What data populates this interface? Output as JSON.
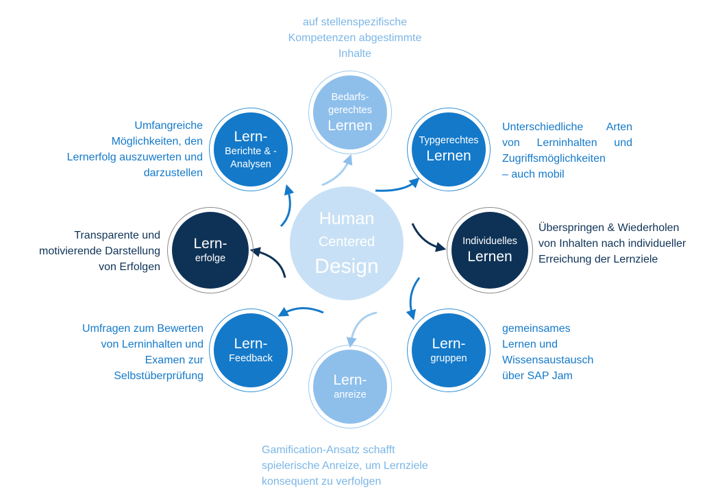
{
  "center": {
    "line1": "Human",
    "line2": "Centered",
    "line3": "Design"
  },
  "nodes": {
    "bedarf": {
      "small1": "Bedarfs-",
      "small2": "gerechtes",
      "big": "Lernen"
    },
    "typ": {
      "small": "Typgerechtes",
      "big": "Lernen"
    },
    "individuell": {
      "small": "Individuelles",
      "big": "Lernen"
    },
    "gruppen": {
      "big": "Lern-",
      "small": "gruppen"
    },
    "anreize": {
      "big": "Lern-",
      "small": "anreize"
    },
    "feedback": {
      "big": "Lern-",
      "small": "Feedback"
    },
    "erfolge": {
      "big": "Lern-",
      "small": "erfolge"
    },
    "berichte": {
      "big": "Lern-",
      "small1": "Berichte & -",
      "small2": "Analysen"
    }
  },
  "descriptions": {
    "bedarf": [
      "auf stellenspezifische",
      "Kompetenzen abgestimmte",
      "Inhalte"
    ],
    "typ": [
      "Unterschiedliche Arten",
      "von Lerninhalten und",
      "Zugriffsmöglichkeiten",
      "– auch mobil"
    ],
    "individuell": [
      "Überspringen & Wiederholen",
      "von Inhalten nach individueller",
      "Erreichung der Lernziele"
    ],
    "gruppen": [
      "gemeinsames",
      "Lernen und",
      "Wissensaustausch",
      "über SAP Jam"
    ],
    "anreize": [
      "Gamification-Ansatz schafft",
      "spielerische Anreize, um Lernziele",
      "konsequent zu verfolgen"
    ],
    "feedback": [
      "Umfragen zum Bewerten",
      "von Lerninhalten und",
      "Examen zur",
      "Selbstüberprüfung"
    ],
    "erfolge": [
      "Transparente und",
      "motivierende Darstellung",
      "von Erfolgen"
    ],
    "berichte": [
      "Umfangreiche",
      "Möglichkeiten, den",
      "Lernerfolg auszuwerten und",
      "darzustellen"
    ]
  },
  "colors": {
    "mid": "#1479c9",
    "light": "#8ebfeb",
    "dark": "#0e3256",
    "center": "#c7e0f5"
  }
}
